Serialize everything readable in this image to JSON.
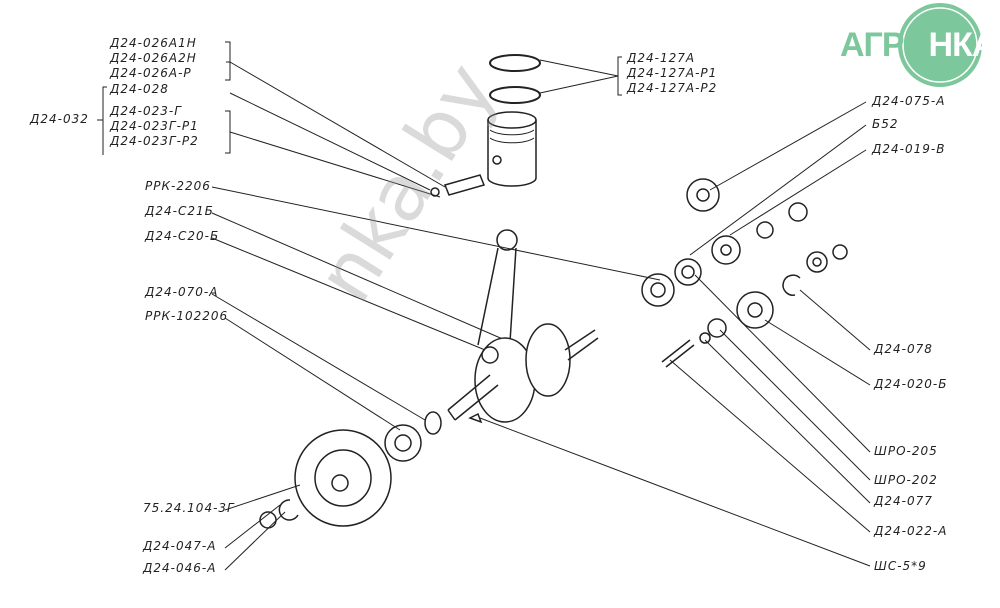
{
  "labels": {
    "piston_group": [
      "Д24-026А1Н",
      "Д24-026А2Н",
      "Д24-026А-Р"
    ],
    "pin": "Д24-028",
    "piston_set": [
      "Д24-023-Г",
      "Д24-023Г-Р1",
      "Д24-023Г-Р2"
    ],
    "assembly": "Д24-032",
    "rings": [
      "Д24-127А",
      "Д24-127А-Р1",
      "Д24-127А-Р2"
    ],
    "right_top": [
      "Д24-075-А",
      "Б52",
      "Д24-019-В"
    ],
    "left_mid": [
      "РРК-2206",
      "Д24-С21Б",
      "Д24-С20-Б"
    ],
    "left_low": [
      "Д24-070-А",
      "РРК-102206"
    ],
    "right_low": [
      "Д24-078",
      "Д24-020-Б",
      "ШРО-205",
      "ШРО-202",
      "Д24-077",
      "Д24-022-А",
      "ШС-5*9"
    ],
    "left_bottom": [
      "75.24.104-3Г",
      "Д24-047-А",
      "Д24-046-А"
    ]
  },
  "watermark": "nka.by",
  "logo": {
    "part1": "АГРО",
    "part2": "НКА",
    "color": "#7cc79b"
  }
}
